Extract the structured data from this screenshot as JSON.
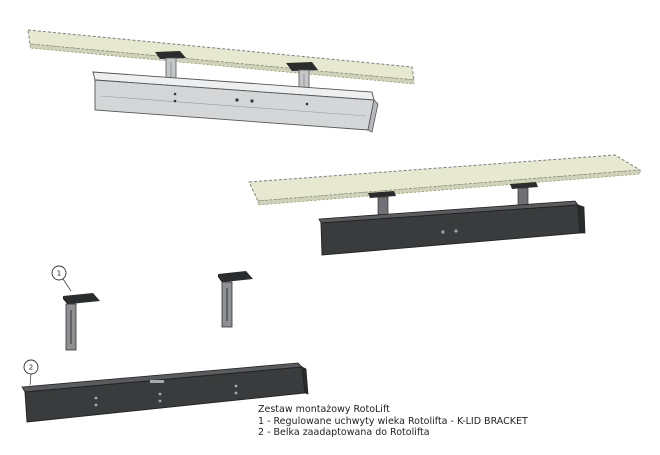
{
  "legend": {
    "title": "Zestaw montażowy RotoLift",
    "item1": "1 - Regulowane uchwyty wieka Rotolifta - K-LID BRACKET",
    "item2": "2 - Belka zaadaptowana do Rotolifta"
  },
  "callouts": {
    "bracket_number": "1",
    "beam_number": "2"
  },
  "colors": {
    "lid_fill": "#e6e9cf",
    "beam_silver": "#d4d6d8",
    "beam_dark": "#3a3b3d",
    "bracket_grey": "#8e9093"
  }
}
